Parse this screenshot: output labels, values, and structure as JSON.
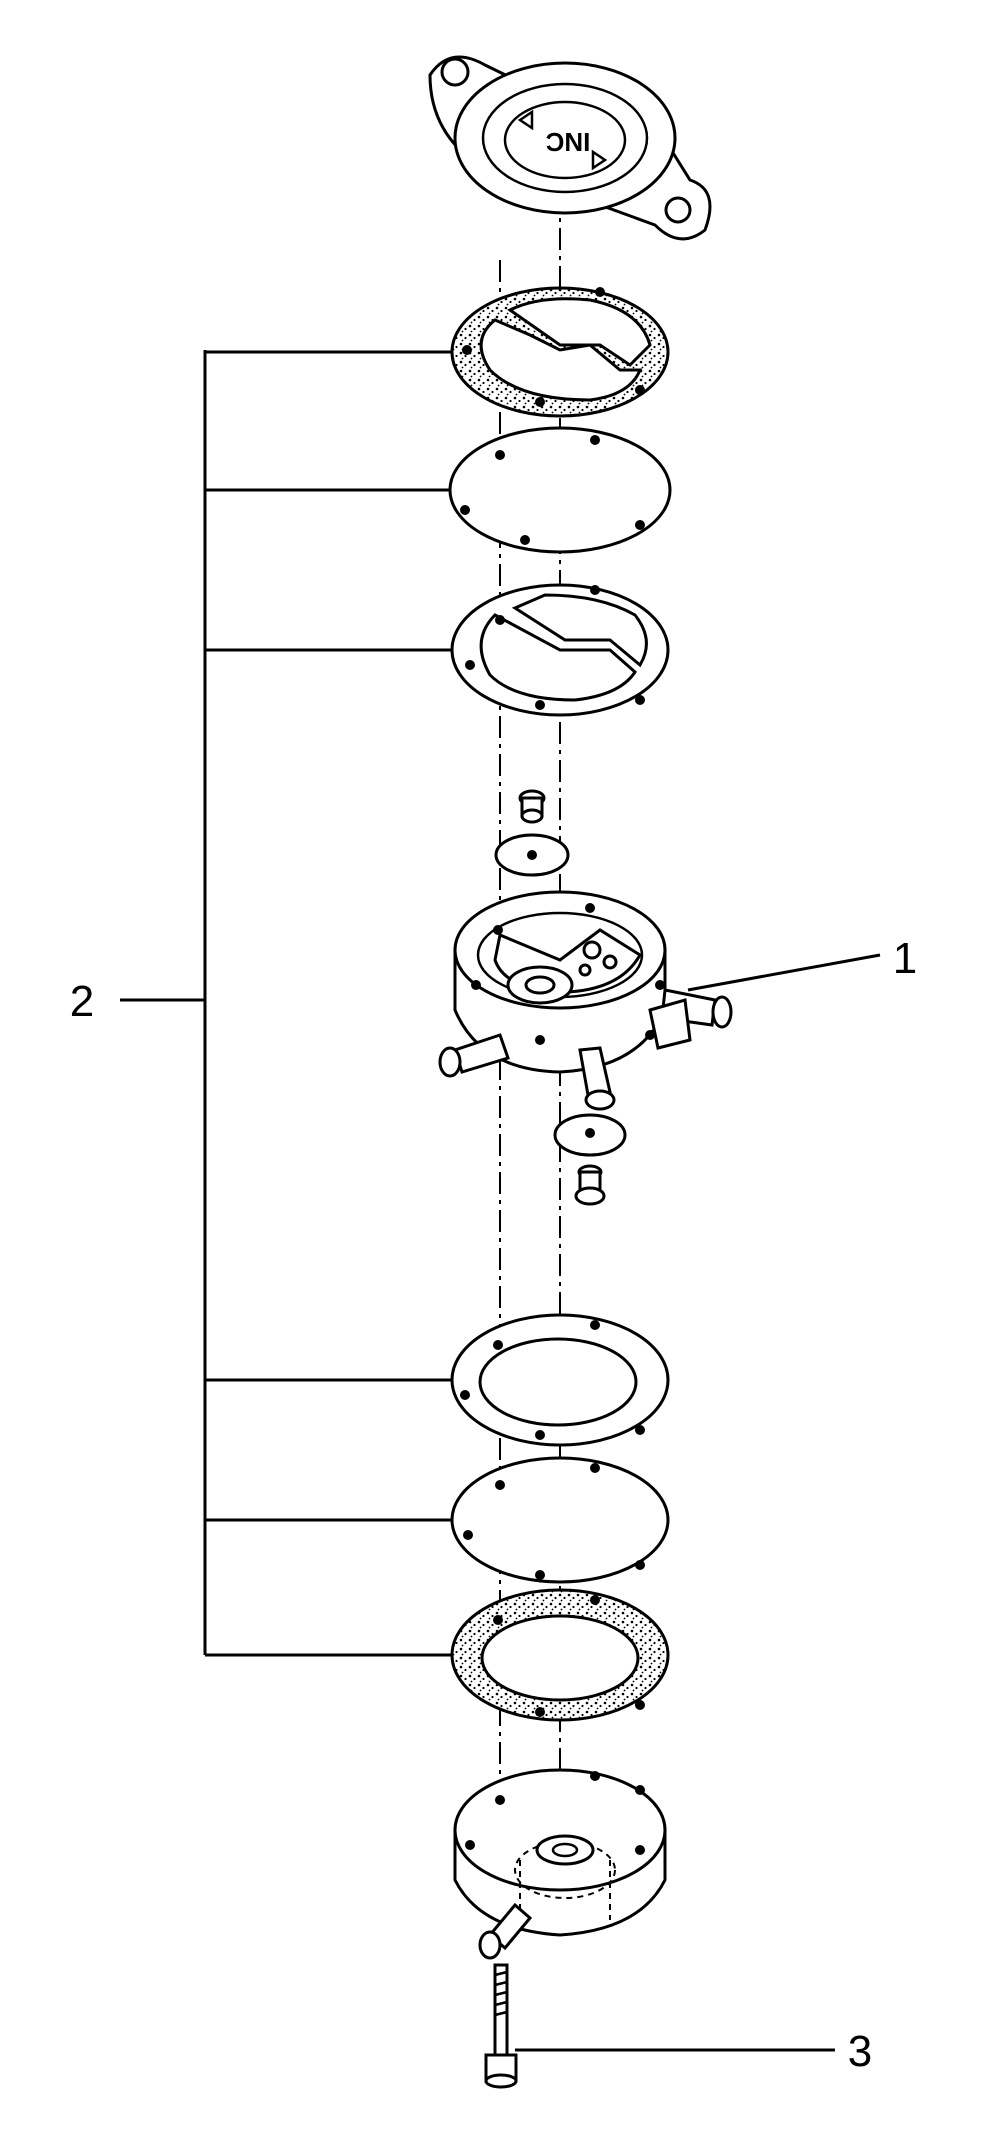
{
  "callouts": [
    {
      "id": "1",
      "label": "1"
    },
    {
      "id": "2",
      "label": "2"
    },
    {
      "id": "3",
      "label": "3"
    }
  ],
  "cover_text": "INC",
  "colors": {
    "line": "#000000",
    "background": "#ffffff"
  }
}
